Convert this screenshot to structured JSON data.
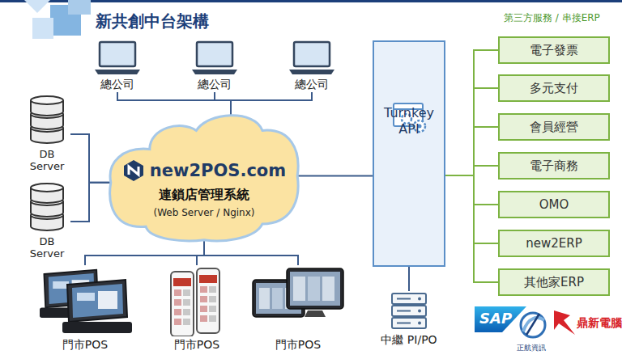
{
  "diagram": {
    "title": "新共創中台架構",
    "nodes": [
      {
        "text": [
          "總公司"
        ]
      },
      {
        "text": [
          "總公司"
        ]
      },
      {
        "text": [
          "總公司"
        ]
      },
      {
        "text": [
          "DB Server"
        ]
      },
      {
        "text": [
          "DB Server"
        ]
      },
      {
        "text": [
          "new2POS.com",
          "連鎖店管理系統",
          "(Web Server / Nginx)"
        ]
      },
      {
        "text": [
          "門市POS"
        ]
      },
      {
        "text": [
          "門市POS"
        ]
      },
      {
        "text": [
          "門市POS"
        ]
      },
      {
        "text": [
          "Turnkey API"
        ]
      },
      {
        "text": [
          "電子發票"
        ]
      },
      {
        "text": [
          "多元支付"
        ]
      },
      {
        "text": [
          "會員經營"
        ]
      },
      {
        "text": [
          "電子商務"
        ]
      },
      {
        "text": [
          "OMO"
        ]
      },
      {
        "text": [
          "new2ERP"
        ]
      },
      {
        "text": [
          "其他家ERP"
        ]
      },
      {
        "text": [
          "中繼 PI/PO"
        ]
      }
    ],
    "edges": [
      {
        "from": 0,
        "to": 5,
        "arrow": "none"
      },
      {
        "from": 1,
        "to": 5,
        "arrow": "none"
      },
      {
        "from": 2,
        "to": 5,
        "arrow": "none"
      },
      {
        "from": 3,
        "to": 5,
        "arrow": "none"
      },
      {
        "from": 4,
        "to": 5,
        "arrow": "none"
      },
      {
        "from": 5,
        "to": 6,
        "arrow": "none"
      },
      {
        "from": 5,
        "to": 7,
        "arrow": "none"
      },
      {
        "from": 5,
        "to": 8,
        "arrow": "none"
      },
      {
        "from": 5,
        "to": 9,
        "arrow": "none"
      },
      {
        "from": 9,
        "to": 10,
        "arrow": "none"
      },
      {
        "from": 9,
        "to": 11,
        "arrow": "none"
      },
      {
        "from": 9,
        "to": 12,
        "arrow": "none"
      },
      {
        "from": 9,
        "to": 13,
        "arrow": "none"
      },
      {
        "from": 9,
        "to": 14,
        "arrow": "none"
      },
      {
        "from": 9,
        "to": 15,
        "arrow": "none"
      },
      {
        "from": 9,
        "to": 16,
        "arrow": "none"
      },
      {
        "from": 9,
        "to": 17,
        "arrow": "none"
      }
    ],
    "labels": [
      "第三方服務 / 串接ERP",
      "SAP",
      "正航資訊",
      "鼎新電腦"
    ]
  }
}
